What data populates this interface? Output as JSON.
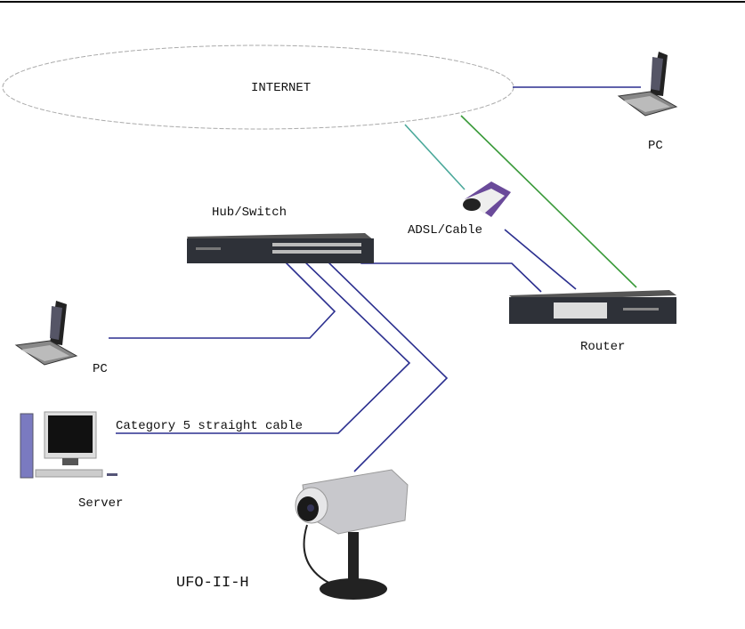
{
  "diagram": {
    "internet": "INTERNET",
    "pc_remote": "PC",
    "modem": "ADSL/Cable",
    "switch": "Hub/Switch",
    "router": "Router",
    "pc_local": "PC",
    "cable": "Category 5 straight cable",
    "server": "Server",
    "camera": "UFO-II-H"
  },
  "colors": {
    "cable_blue": "#2b2f8f",
    "cable_green": "#3a9a3a",
    "cable_teal": "#4aa89a",
    "device_dark": "#2e3138"
  }
}
